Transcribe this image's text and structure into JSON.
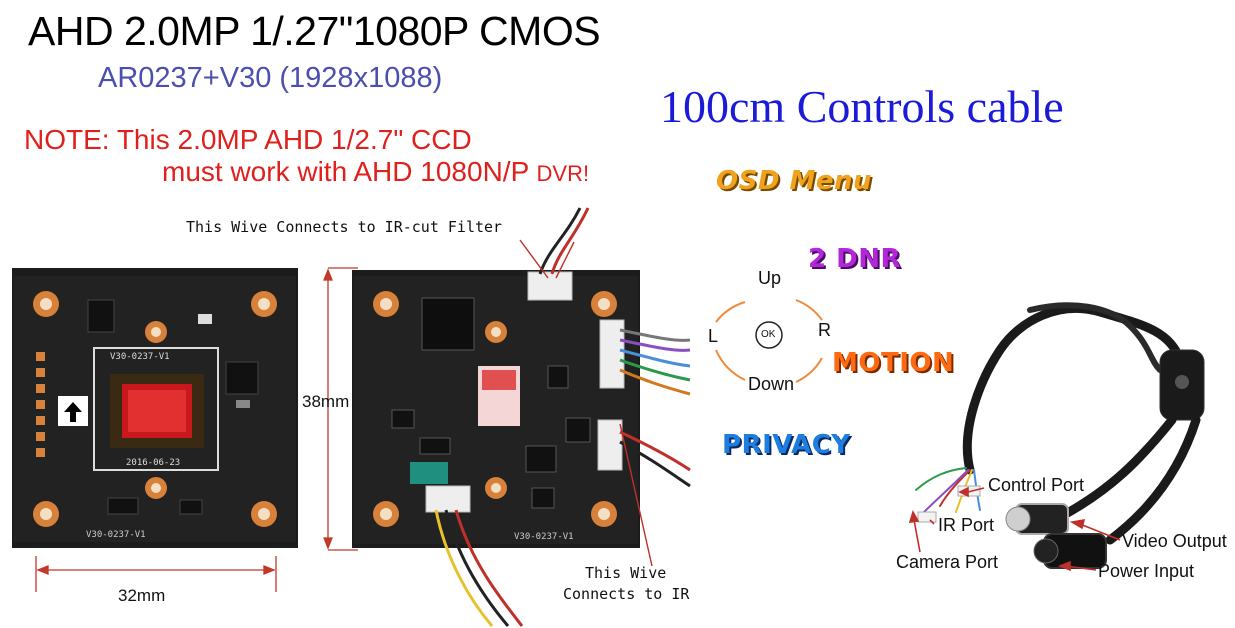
{
  "header": {
    "title": "AHD 2.0MP 1/.27\"1080P CMOS",
    "subtitle": "AR0237+V30 (1928x1088)",
    "cable_title": "100cm Controls cable"
  },
  "note": {
    "line1": "NOTE: This 2.0MP AHD 1/2.7\" CCD",
    "line2": "must work with AHD 1080N/P",
    "line2_tail": "DVR!"
  },
  "board": {
    "ir_filter_label": "This Wive Connects to IR-cut Filter",
    "ir_label_line1": "This Wive",
    "ir_label_line2": "Connects to IR",
    "height_dim": "38mm",
    "width_dim": "32mm",
    "chip_label_top": "V30-0237-V1",
    "chip_label_date": "2016-06-23",
    "pcb_label": "V30-0237-V1"
  },
  "features": {
    "osd": "OSD Menu",
    "dnr": "2 DNR",
    "motion": "MOTION",
    "privacy": "PRIVACY"
  },
  "joystick": {
    "up": "Up",
    "down": "Down",
    "left": "L",
    "right": "R",
    "ok": "OK"
  },
  "cable": {
    "control_port": "Control Port",
    "ir_port": "IR Port",
    "camera_port": "Camera Port",
    "video_output": "Video Output",
    "power_input": "Power Input"
  },
  "colors": {
    "title": "#000000",
    "subtitle": "#4a4fb0",
    "cable_title": "#1a1ad8",
    "note": "#e0201c",
    "pcb": "#1c1c1c",
    "pad": "#d8813a",
    "sensor": "#c8181e"
  }
}
